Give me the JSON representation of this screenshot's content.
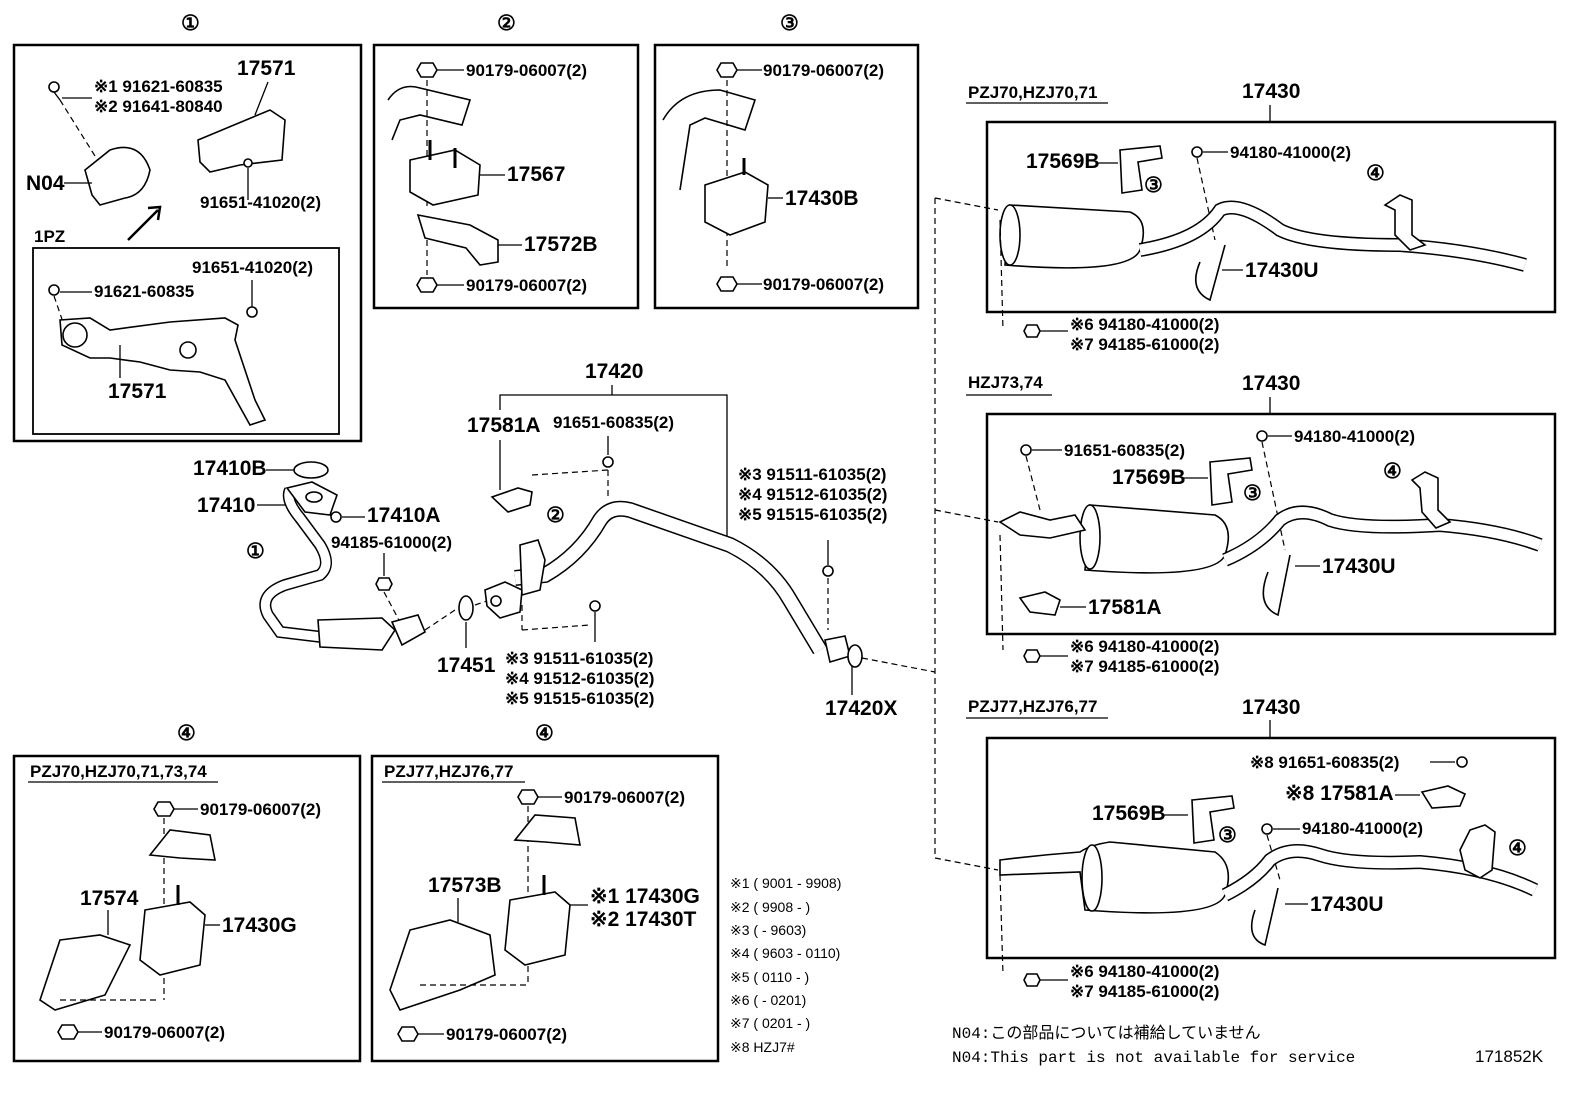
{
  "callouts": {
    "c1": "①",
    "c2": "②",
    "c3": "③",
    "c4": "④"
  },
  "box1": {
    "p17571_top": "17571",
    "note1": "※1 91621-60835",
    "note2": "※2 91641-80840",
    "n04": "N04",
    "bolt": "91651-41020(2)",
    "sub_label": "1PZ",
    "sub_bolt1": "91621-60835",
    "sub_bolt2": "91651-41020(2)",
    "p17571_bot": "17571"
  },
  "box2": {
    "nut_top": "90179-06007(2)",
    "p17567": "17567",
    "p17572b": "17572B",
    "nut_bot": "90179-06007(2)"
  },
  "box3": {
    "nut_top": "90179-06007(2)",
    "p17430b": "17430B",
    "nut_bot": "90179-06007(2)"
  },
  "center": {
    "p17420": "17420",
    "p17581a": "17581A",
    "bolt_top": "91651-60835(2)",
    "p17410b": "17410B",
    "p17410": "17410",
    "p17410a": "17410A",
    "nut94185": "94185-61000(2)",
    "right_notes": [
      "※3 91511-61035(2)",
      "※4 91512-61035(2)",
      "※5 91515-61035(2)"
    ],
    "low_notes": [
      "※3 91511-61035(2)",
      "※4 91512-61035(2)",
      "※5 91515-61035(2)"
    ],
    "p17451": "17451",
    "p17420x": "17420X"
  },
  "rbox1": {
    "model": "PZJ70,HZJ70,71",
    "p17430": "17430",
    "p17569b": "17569B",
    "nut": "94180-41000(2)",
    "p17430u": "17430U",
    "n6": "※6  94180-41000(2)",
    "n7": "※7  94185-61000(2)"
  },
  "rbox2": {
    "model": "HZJ73,74",
    "p17430": "17430",
    "bolt": "91651-60835(2)",
    "nut": "94180-41000(2)",
    "p17569b": "17569B",
    "p17430u": "17430U",
    "p17581a": "17581A",
    "n6": "※6  94180-41000(2)",
    "n7": "※7  94185-61000(2)"
  },
  "rbox3": {
    "model": "PZJ77,HZJ76,77",
    "p17430": "17430",
    "bolt8": "※8 91651-60835(2)",
    "p17581a8": "※8  17581A",
    "p17569b": "17569B",
    "nut": "94180-41000(2)",
    "p17430u": "17430U",
    "n6": "※6  94180-41000(2)",
    "n7": "※7  94185-61000(2)"
  },
  "box4a": {
    "model": "PZJ70,HZJ70,71,73,74",
    "nut_top": "90179-06007(2)",
    "p17574": "17574",
    "p17430g": "17430G",
    "nut_bot": "90179-06007(2)"
  },
  "box4b": {
    "model": "PZJ77,HZJ76,77",
    "nut_top": "90179-06007(2)",
    "p17573b": "17573B",
    "p17430g": "※1  17430G",
    "p17430t": "※2  17430T",
    "nut_bot": "90179-06007(2)"
  },
  "legend": [
    "※1 ( 9001 - 9908)",
    "※2 ( 9908 -       )",
    "※3 (        - 9603)",
    "※4 ( 9603 - 0110)",
    "※5 ( 0110 -       )",
    "※6 (        - 0201)",
    "※7 ( 0201 -       )",
    "※8 HZJ7#"
  ],
  "footer": {
    "n04_jp": "N04:この部品については補給していません",
    "n04_en": "N04:This part is not available for service",
    "diagram_no": "171852K"
  }
}
